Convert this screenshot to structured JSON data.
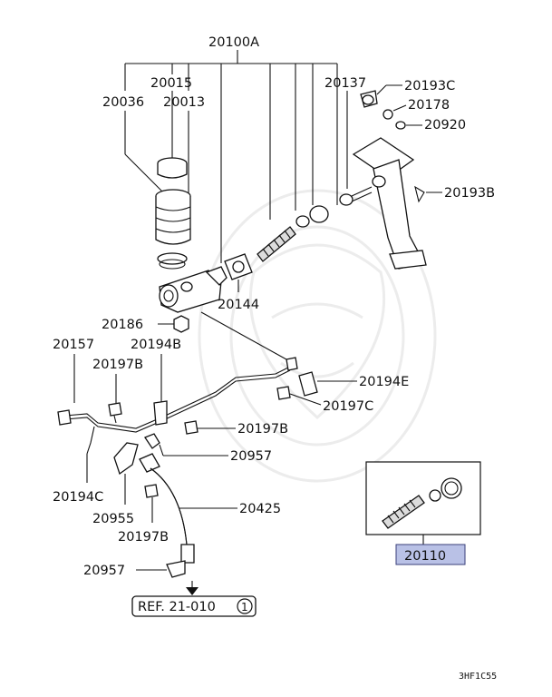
{
  "labels": {
    "p20100A": "20100A",
    "p20015": "20015",
    "p20036": "20036",
    "p20013": "20013",
    "p20137": "20137",
    "p20193C": "20193C",
    "p20178": "20178",
    "p20920": "20920",
    "p20193B": "20193B",
    "p20144": "20144",
    "p20186": "20186",
    "p20157": "20157",
    "p20194B": "20194B",
    "p20197B_a": "20197B",
    "p20194E": "20194E",
    "p20197C": "20197C",
    "p20197B_b": "20197B",
    "p20957_a": "20957",
    "p20194C": "20194C",
    "p20955": "20955",
    "p20425": "20425",
    "p20197B_c": "20197B",
    "p20957_b": "20957",
    "p20110": "20110"
  },
  "reference": {
    "text": "REF. 21-010",
    "circled": "1"
  },
  "code": "3HF1C55",
  "colors": {
    "line": "#111111",
    "highlight": "#b9c1e6",
    "watermark": "#ececec"
  }
}
